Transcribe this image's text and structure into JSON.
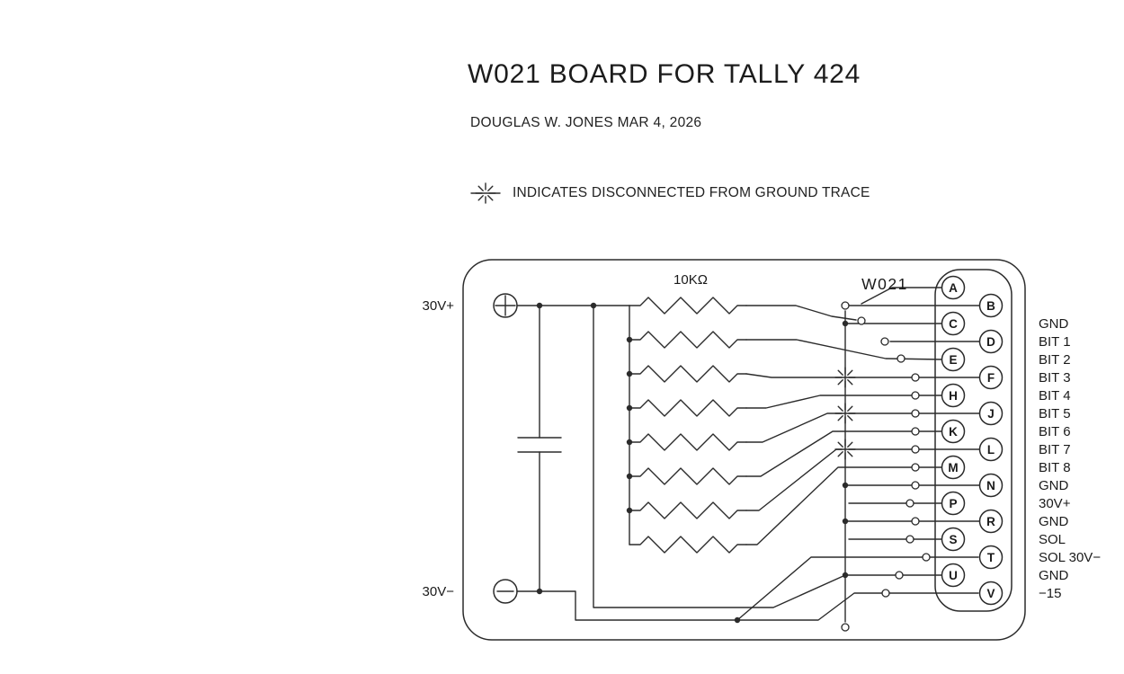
{
  "page": {
    "title": "W021 BOARD FOR TALLY 424",
    "byline": "DOUGLAS W. JONES MAR 4, 2026",
    "legend_text": "INDICATES DISCONNECTED FROM GROUND TRACE"
  },
  "diagram": {
    "board_label": "W021",
    "resistor_value": "10KΩ",
    "supply_positive": "30V+",
    "supply_negative": "30V−",
    "terminals": [
      "A",
      "B",
      "C",
      "D",
      "E",
      "F",
      "H",
      "J",
      "K",
      "L",
      "M",
      "N",
      "P",
      "R",
      "S",
      "T",
      "U",
      "V"
    ],
    "pin_labels": [
      "GND",
      "BIT 1",
      "BIT 2",
      "BIT 3",
      "BIT 4",
      "BIT 5",
      "BIT 6",
      "BIT 7",
      "BIT 8",
      "GND",
      "30V+",
      "GND",
      "SOL",
      "SOL 30V−",
      "GND",
      "−15"
    ],
    "colors": {
      "line": "#2b2b2b",
      "background": "#ffffff",
      "text": "#1a1a1a"
    }
  }
}
